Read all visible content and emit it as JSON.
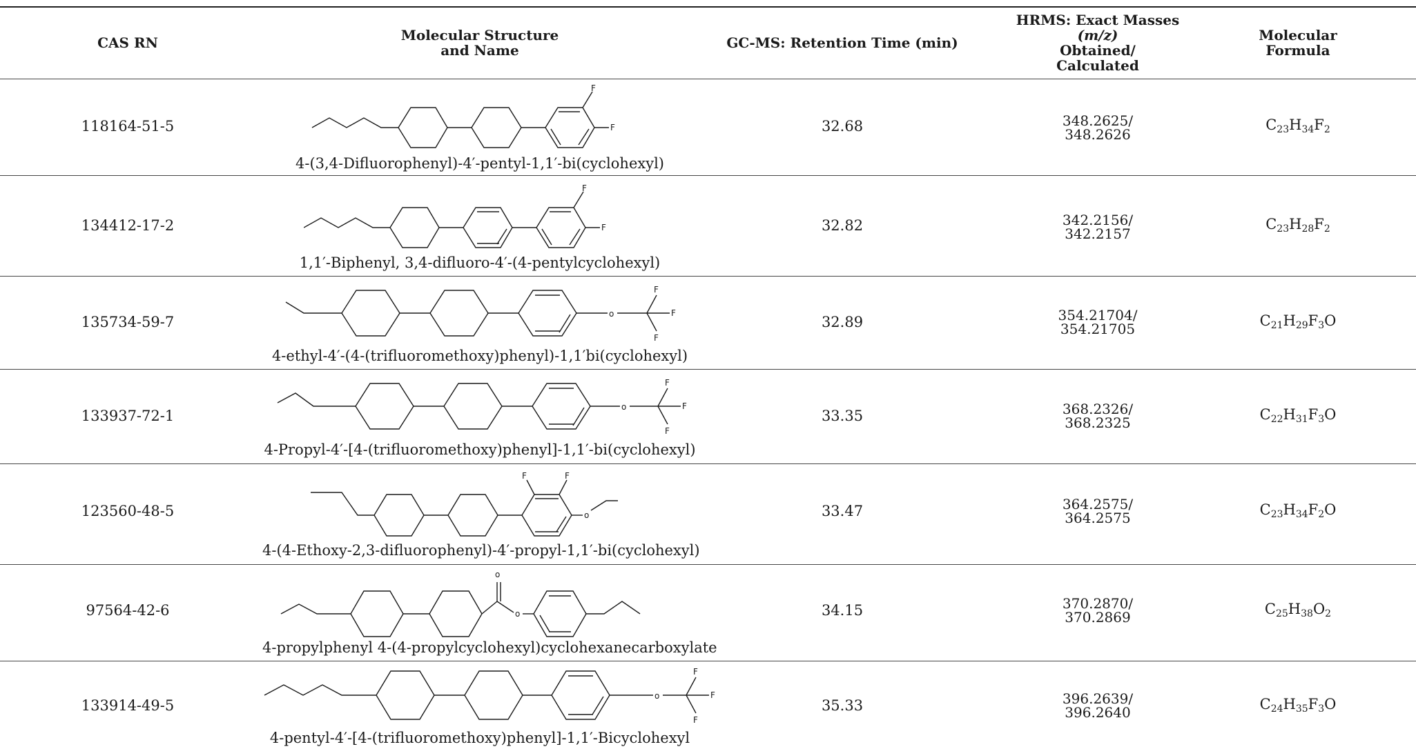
{
  "headers": {
    "cas": "CAS RN",
    "structure_line1": "Molecular Structure",
    "structure_line2": "and Name",
    "gcms": "GC-MS: Retention Time (min)",
    "hrms_line1": "HRMS: Exact Masses",
    "hrms_line2": "(m/z)",
    "hrms_line3": "Obtained/",
    "hrms_line4": "Calculated",
    "formula_line1": "Molecular",
    "formula_line2": "Formula"
  },
  "rows": [
    {
      "cas": "118164-51-5",
      "name": "4-(3,4-Difluorophenyl)-4′-pentyl-1,1′-bi(cyclohexyl)",
      "rt": "32.68",
      "mass_obtained": "348.2625/",
      "mass_calculated": "348.2626",
      "formula": [
        "C",
        "23",
        "H",
        "34",
        "F",
        "2"
      ]
    },
    {
      "cas": "134412-17-2",
      "name": "1,1′-Biphenyl, 3,4-difluoro-4′-(4-pentylcyclohexyl)",
      "rt": "32.82",
      "mass_obtained": "342.2156/",
      "mass_calculated": "342.2157",
      "formula": [
        "C",
        "23",
        "H",
        "28",
        "F",
        "2"
      ]
    },
    {
      "cas": "135734-59-7",
      "name": "4-ethyl-4′-(4-(trifluoromethoxy)phenyl)-1,1′bi(cyclohexyl)",
      "rt": "32.89",
      "mass_obtained": "354.21704/",
      "mass_calculated": "354.21705",
      "formula": [
        "C",
        "21",
        "H",
        "29",
        "F",
        "3",
        "O",
        ""
      ]
    },
    {
      "cas": "133937-72-1",
      "name": "4-Propyl-4′-[4-(trifluoromethoxy)phenyl]-1,1′-bi(cyclohexyl)",
      "rt": "33.35",
      "mass_obtained": "368.2326/",
      "mass_calculated": "368.2325",
      "formula": [
        "C",
        "22",
        "H",
        "31",
        "F",
        "3",
        "O",
        ""
      ]
    },
    {
      "cas": "123560-48-5",
      "name": "4-(4-Ethoxy-2,3-difluorophenyl)-4′-propyl-1,1′-bi(cyclohexyl)",
      "rt": "33.47",
      "mass_obtained": "364.2575/",
      "mass_calculated": "364.2575",
      "formula": [
        "C",
        "23",
        "H",
        "34",
        "F",
        "2",
        "O",
        ""
      ]
    },
    {
      "cas": "97564-42-6",
      "name": "4-propylphenyl 4-(4-propylcyclohexyl)cyclohexanecarboxylate",
      "rt": "34.15",
      "mass_obtained": "370.2870/",
      "mass_calculated": "370.2869",
      "formula": [
        "C",
        "25",
        "H",
        "38",
        "O",
        "2"
      ]
    },
    {
      "cas": "133914-49-5",
      "name": "4-pentyl-4′-[4-(trifluoromethoxy)phenyl]-1,1′-Bicyclohexyl",
      "rt": "35.33",
      "mass_obtained": "396.2639/",
      "mass_calculated": "396.2640",
      "formula": [
        "C",
        "24",
        "H",
        "35",
        "F",
        "3",
        "O",
        ""
      ]
    }
  ],
  "atom_labels": {
    "fluorine": "F",
    "oxygen": "O",
    "oxygen_lower": "o"
  }
}
